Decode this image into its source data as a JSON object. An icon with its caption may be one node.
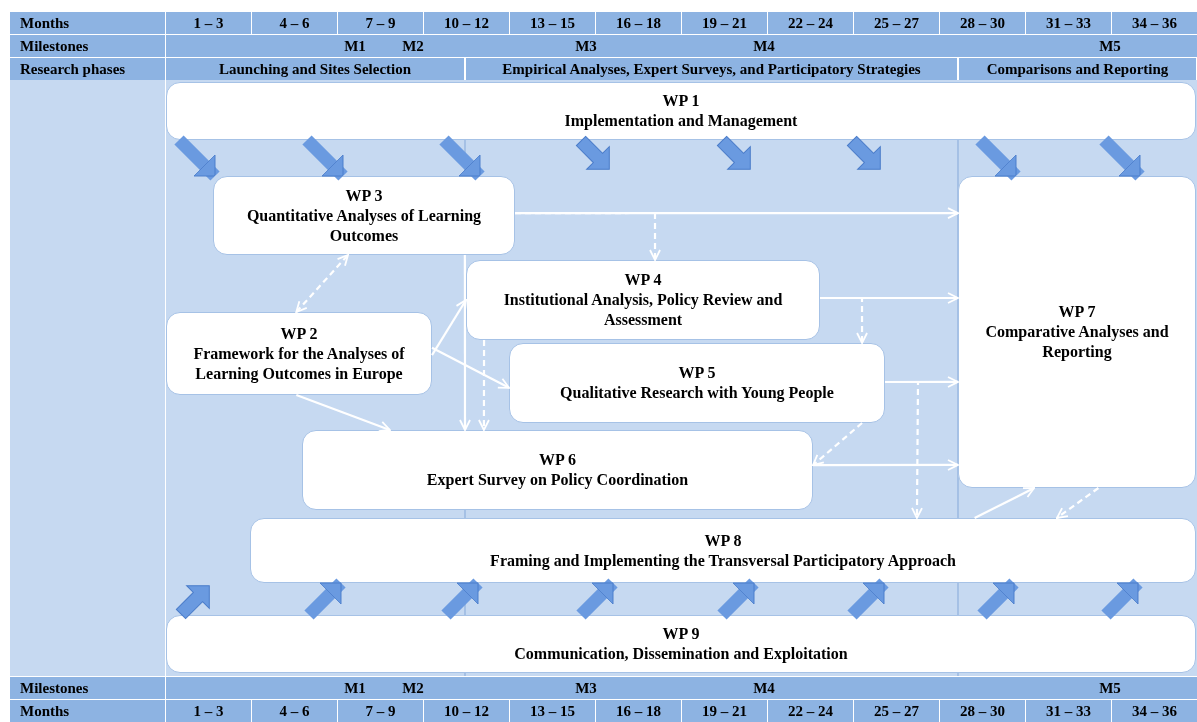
{
  "diagram": {
    "nodes": [
      {
        "text": [
          "WP 1",
          "Implementation and Management"
        ]
      },
      {
        "text": [
          "WP 3",
          "Quantitative Analyses of Learning Outcomes"
        ]
      },
      {
        "text": [
          "WP 4",
          "Institutional Analysis, Policy Review and Assessment"
        ]
      },
      {
        "text": [
          "WP 7",
          "Comparative Analyses and Reporting"
        ]
      },
      {
        "text": [
          "WP 2",
          "Framework for the Analyses of Learning Outcomes in Europe"
        ]
      },
      {
        "text": [
          "WP 5",
          "Qualitative Research with Young People"
        ]
      },
      {
        "text": [
          "WP 6",
          "Expert Survey on Policy Coordination"
        ]
      },
      {
        "text": [
          "WP 8",
          "Framing and Implementing the Transversal Participatory Approach"
        ]
      },
      {
        "text": [
          "WP 9",
          "Communication, Dissemination and Exploitation"
        ]
      }
    ],
    "edges": [
      {
        "from": 0,
        "to": 1,
        "arrow": "to",
        "style": "thick",
        "color": "#6a9ae0"
      },
      {
        "from": 0,
        "to": 1,
        "arrow": "to",
        "style": "thick",
        "color": "#6a9ae0"
      },
      {
        "from": 0,
        "to": 1,
        "arrow": "to",
        "style": "thick",
        "color": "#6a9ae0"
      },
      {
        "from": 0,
        "to": 3,
        "arrow": "to",
        "style": "thick",
        "color": "#6a9ae0"
      },
      {
        "from": 0,
        "to": 3,
        "arrow": "to",
        "style": "thick",
        "color": "#6a9ae0"
      },
      {
        "from": 8,
        "to": 7,
        "arrow": "to",
        "style": "thick",
        "color": "#6a9ae0"
      },
      {
        "from": 8,
        "to": 7,
        "arrow": "to",
        "style": "thick",
        "color": "#6a9ae0"
      },
      {
        "from": 8,
        "to": 7,
        "arrow": "to",
        "style": "thick",
        "color": "#6a9ae0"
      },
      {
        "from": 8,
        "to": 7,
        "arrow": "to",
        "style": "thick",
        "color": "#6a9ae0"
      },
      {
        "from": 8,
        "to": 7,
        "arrow": "to",
        "style": "thick",
        "color": "#6a9ae0"
      },
      {
        "from": 8,
        "to": 7,
        "arrow": "to",
        "style": "thick",
        "color": "#6a9ae0"
      },
      {
        "from": 8,
        "to": 7,
        "arrow": "to",
        "style": "thick",
        "color": "#6a9ae0"
      },
      {
        "from": 1,
        "to": 3,
        "arrow": "to"
      },
      {
        "from": 1,
        "to": 2,
        "arrow": "to",
        "style": "dashed"
      },
      {
        "from": 4,
        "to": 1,
        "arrow": "both",
        "style": "dashed"
      },
      {
        "from": 1,
        "to": 6,
        "arrow": "to"
      },
      {
        "from": 4,
        "to": 2,
        "arrow": "to"
      },
      {
        "from": 4,
        "to": 5,
        "arrow": "to"
      },
      {
        "from": 4,
        "to": 6,
        "arrow": "to"
      },
      {
        "from": 2,
        "to": 6,
        "arrow": "to",
        "style": "dashed"
      },
      {
        "from": 2,
        "to": 3,
        "arrow": "to"
      },
      {
        "from": 2,
        "to": 5,
        "arrow": "to",
        "style": "dashed"
      },
      {
        "from": 5,
        "to": 3,
        "arrow": "to"
      },
      {
        "from": 5,
        "to": 7,
        "arrow": "to",
        "style": "dashed"
      },
      {
        "from": 5,
        "to": 6,
        "arrow": "to",
        "style": "dashed"
      },
      {
        "from": 6,
        "to": 3,
        "arrow": "to"
      },
      {
        "from": 7,
        "to": 3,
        "arrow": "to"
      },
      {
        "from": 3,
        "to": 7,
        "arrow": "to",
        "style": "dashed"
      }
    ],
    "labels": [
      "Months",
      "1 – 3",
      "4 – 6",
      "7 – 9",
      "10 – 12",
      "13 – 15",
      "16 – 18",
      "19 – 21",
      "22 – 24",
      "25 – 27",
      "28 – 30",
      "31 – 33",
      "34 – 36",
      "Milestones",
      "M1",
      "M2",
      "M3",
      "M4",
      "M5",
      "Research phases",
      "Launching and Sites Selection",
      "Empirical Analyses, Expert Surveys, and Participatory Strategies",
      "Comparisons and Reporting",
      "Milestones",
      "M1",
      "M2",
      "M3",
      "M4",
      "M5",
      "Months",
      "1 – 3",
      "4 – 6",
      "7 – 9",
      "10 – 12",
      "13 – 15",
      "16 – 18",
      "19 – 21",
      "22 – 24",
      "25 – 27",
      "28 – 30",
      "31 – 33",
      "34 – 36"
    ]
  }
}
